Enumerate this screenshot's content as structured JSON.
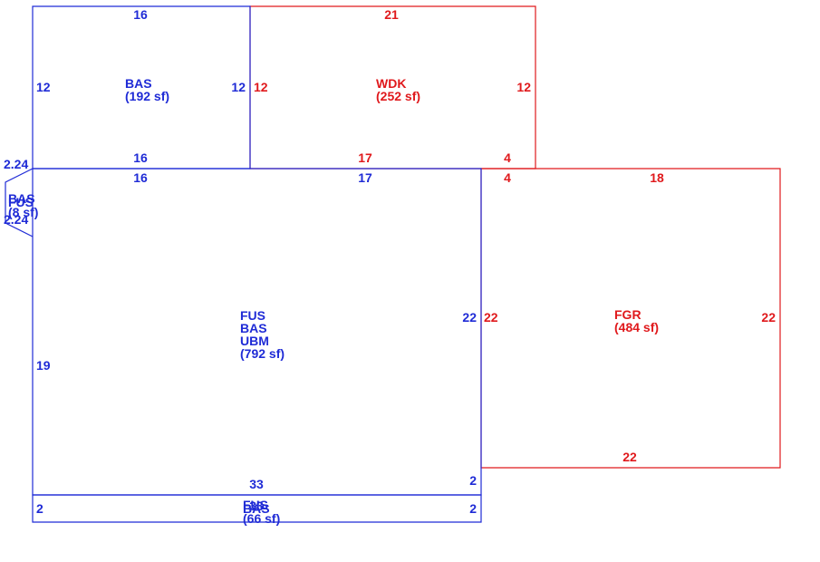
{
  "colors": {
    "main": "#1f2bd6",
    "secondary": "#e0191c"
  },
  "areas": {
    "bas_top": {
      "codes": [
        "BAS"
      ],
      "area": "(192 sf)"
    },
    "wdk": {
      "codes": [
        "WDK"
      ],
      "area": "(252 sf)"
    },
    "main_block": {
      "codes": [
        "FUS",
        "BAS",
        "UBM"
      ],
      "area": "(792 sf)"
    },
    "fgr": {
      "codes": [
        "FGR"
      ],
      "area": "(484 sf)"
    },
    "bay": {
      "codes": [
        "BAS",
        "FUS"
      ],
      "area": "(8 sf)"
    },
    "bottom_strip": {
      "codes": [
        "FUS",
        "BAS"
      ],
      "area": "(66 sf)"
    }
  },
  "dimensions": {
    "bas_top": {
      "top": "16",
      "left": "12",
      "right": "12",
      "bottom": "16"
    },
    "wdk": {
      "top": "21",
      "left": "12",
      "right": "12",
      "bottom": "17",
      "bottom_step": "4"
    },
    "main_block": {
      "top": "16",
      "top_right": "17",
      "left": "19",
      "right": "22",
      "bottom": "33",
      "bottom_right": "2"
    },
    "fgr": {
      "top": "18",
      "top_left": "4",
      "left": "22",
      "right": "22",
      "bottom": "22"
    },
    "bay": {
      "upper": "2.24",
      "lower": "2.24"
    },
    "bottom_strip": {
      "left": "2",
      "right": "2",
      "bottom": "33"
    }
  }
}
